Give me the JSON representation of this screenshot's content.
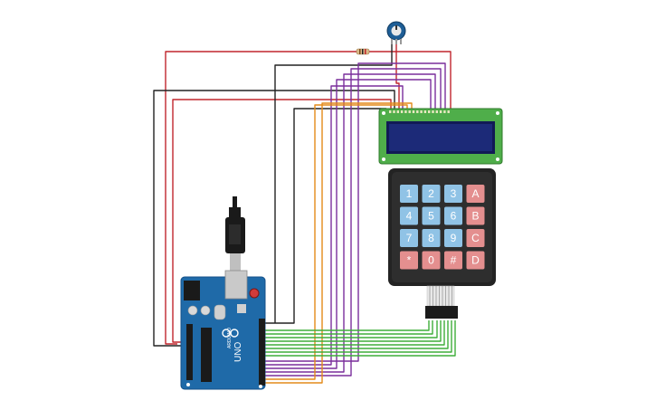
{
  "board": {
    "logo": "UNO",
    "brand": "ARDUINO"
  },
  "keypad": {
    "rows": [
      [
        "1",
        "2",
        "3",
        "A"
      ],
      [
        "4",
        "5",
        "6",
        "B"
      ],
      [
        "7",
        "8",
        "9",
        "C"
      ],
      [
        "*",
        "0",
        "#",
        "D"
      ]
    ]
  },
  "colors": {
    "wire_red": "#c0262d",
    "wire_black": "#222222",
    "wire_purple": "#7a2f9c",
    "wire_orange": "#e38a1a",
    "wire_green": "#3fae3a",
    "board_blue": "#1f6aa8",
    "lcd_pcb": "#4fae4a",
    "lcd_screen": "#1c2a78",
    "key_blue": "#90c3e6",
    "key_red": "#e48f8f",
    "keypad_body": "#232323"
  }
}
